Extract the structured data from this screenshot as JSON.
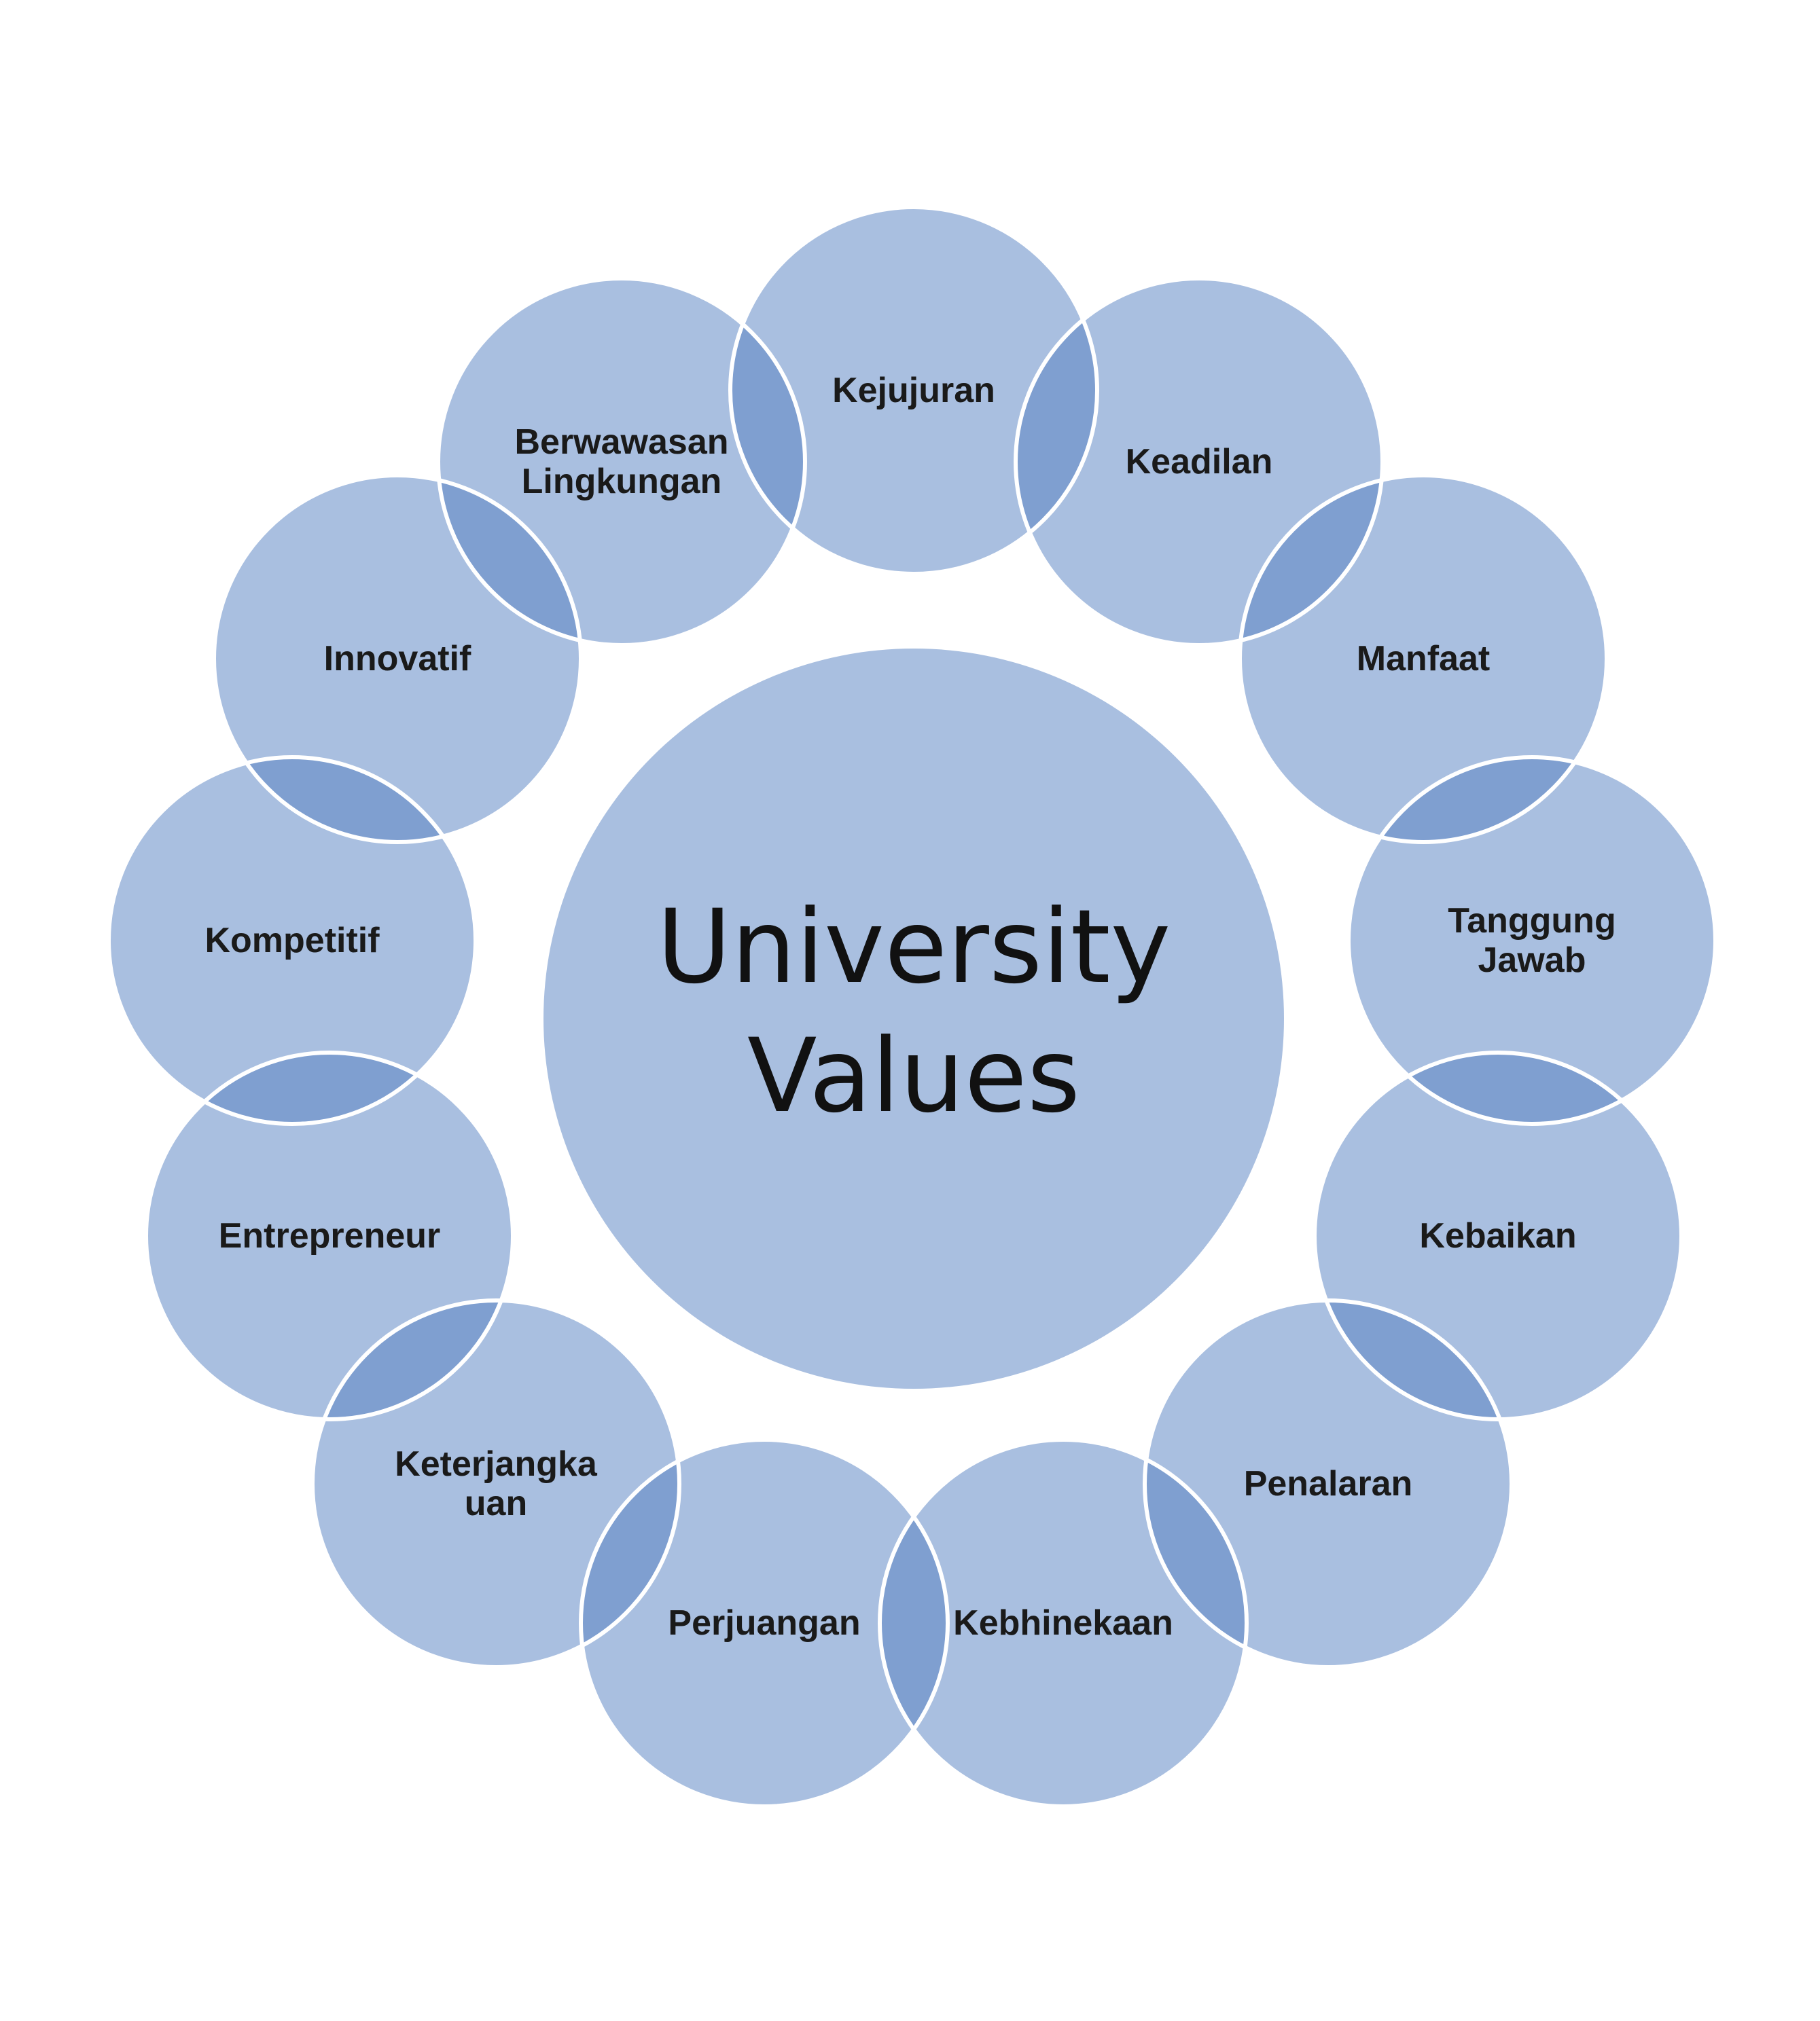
{
  "diagram": {
    "center": {
      "lines": [
        "University",
        "Values"
      ]
    },
    "values": [
      {
        "lines": [
          "Kejujuran"
        ]
      },
      {
        "lines": [
          "Keadilan"
        ]
      },
      {
        "lines": [
          "Manfaat"
        ]
      },
      {
        "lines": [
          "Tanggung",
          "Jawab"
        ]
      },
      {
        "lines": [
          "Kebaikan"
        ]
      },
      {
        "lines": [
          "Penalaran"
        ]
      },
      {
        "lines": [
          "Kebhinekaan"
        ]
      },
      {
        "lines": [
          "Perjuangan"
        ]
      },
      {
        "lines": [
          "Keterjangka",
          "uan"
        ]
      },
      {
        "lines": [
          "Entrepreneur"
        ]
      },
      {
        "lines": [
          "Kompetitif"
        ]
      },
      {
        "lines": [
          "Innovatif"
        ]
      },
      {
        "lines": [
          "Berwawasan",
          "Lingkungan"
        ]
      }
    ],
    "colors": {
      "circle_fill": "#a9bfe0",
      "overlap_fill": "#7f9fd0",
      "circle_stroke": "#ffffff",
      "background": "#ffffff"
    }
  }
}
